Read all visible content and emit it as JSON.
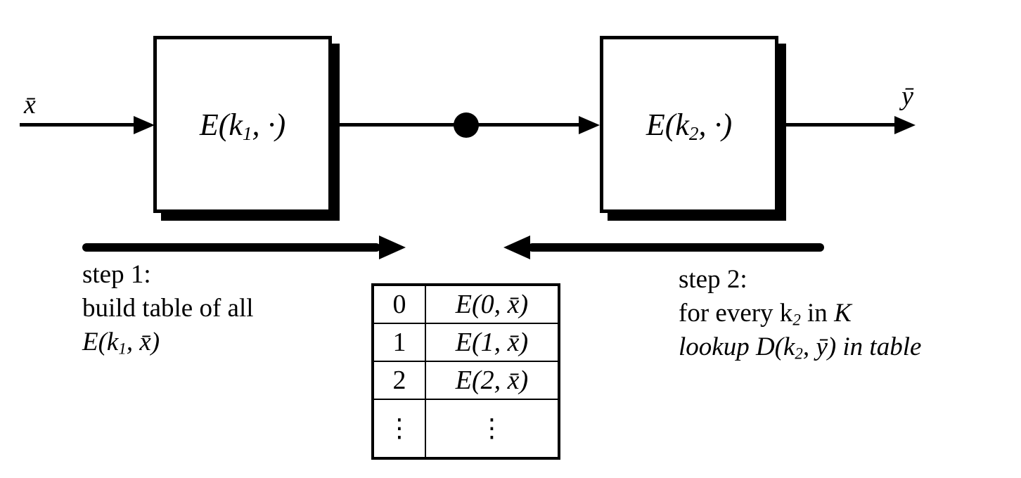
{
  "diagram": {
    "title_semantic": "double encryption meet-in-the-middle attack",
    "colors": {
      "foreground": "#000000",
      "background": "#ffffff"
    },
    "input_label": "x̄",
    "output_label": "ȳ",
    "box1": {
      "pre": "E(k",
      "sub": "1",
      "post": ", ·)"
    },
    "box2": {
      "pre": "E(k",
      "sub": "2",
      "post": ", ·)"
    },
    "step1": {
      "title": "step 1:",
      "line2": "build table of all",
      "formula": {
        "pre": "E(k",
        "sub": "1",
        "post": ", x̄)"
      }
    },
    "step2": {
      "title": "step 2:",
      "line2": {
        "pre": "for every k",
        "sub": "2",
        "mid": " in ",
        "set": "K"
      },
      "line3": {
        "pre": "lookup D(k",
        "sub": "2",
        "post": ", ȳ) in table"
      }
    },
    "table": {
      "rows": [
        {
          "key": "0",
          "value": "E(0, x̄)"
        },
        {
          "key": "1",
          "value": "E(1, x̄)"
        },
        {
          "key": "2",
          "value": "E(2, x̄)"
        },
        {
          "key": "⋮",
          "value": "⋮"
        }
      ]
    }
  }
}
